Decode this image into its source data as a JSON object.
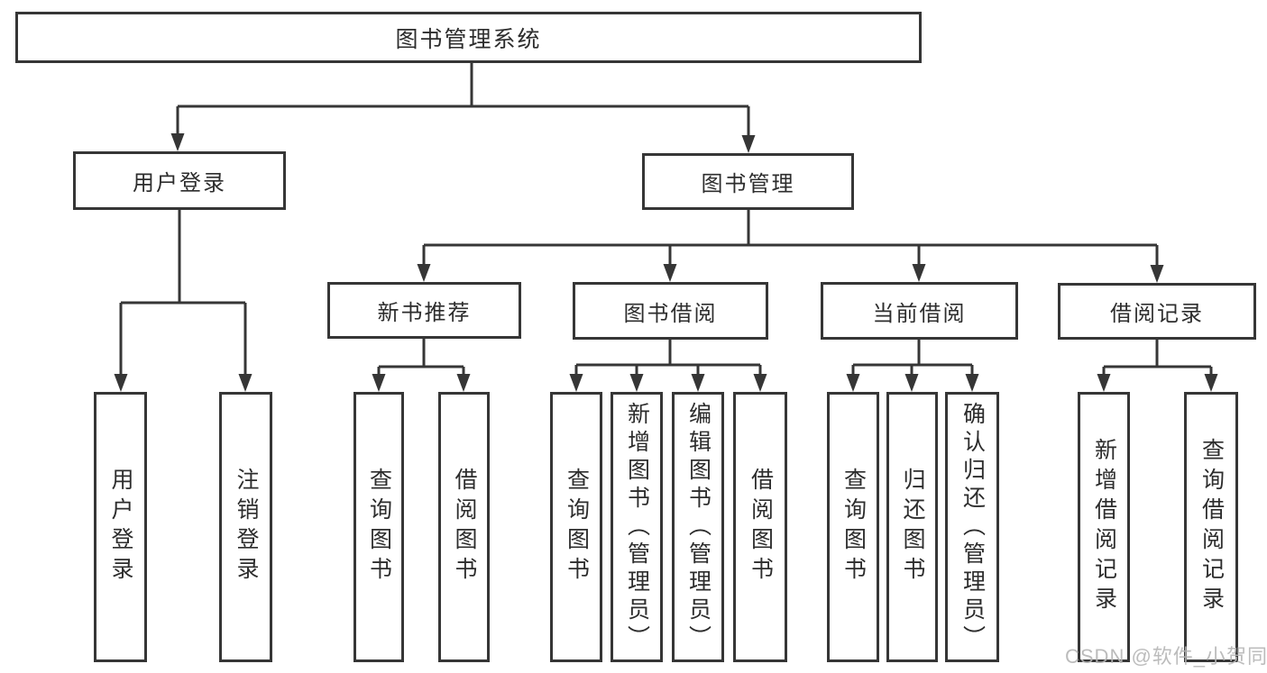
{
  "diagram": {
    "title": "图书管理系统",
    "root": {
      "label": "图书管理系统"
    },
    "branches": [
      {
        "label": "用户登录",
        "children": [
          {
            "label": "用户登录"
          },
          {
            "label": "注销登录"
          }
        ]
      },
      {
        "label": "图书管理",
        "children": [
          {
            "label": "新书推荐",
            "children": [
              {
                "label": "查询图书"
              },
              {
                "label": "借阅图书"
              }
            ]
          },
          {
            "label": "图书借阅",
            "children": [
              {
                "label": "查询图书"
              },
              {
                "label": "新增图书（管理员）"
              },
              {
                "label": "编辑图书（管理员）"
              },
              {
                "label": "借阅图书"
              }
            ]
          },
          {
            "label": "当前借阅",
            "children": [
              {
                "label": "查询图书"
              },
              {
                "label": "归还图书"
              },
              {
                "label": "确认归还（管理员）"
              }
            ]
          },
          {
            "label": "借阅记录",
            "children": [
              {
                "label": "新增借阅记录"
              },
              {
                "label": "查询借阅记录"
              }
            ]
          }
        ]
      }
    ]
  },
  "watermark": {
    "text": "CSDN @软件_小贺同学"
  },
  "colors": {
    "line": "#363636",
    "box_border": "#363636",
    "text": "#2d2d2d",
    "watermark": "#b5b5b5",
    "background": "#ffffff"
  }
}
